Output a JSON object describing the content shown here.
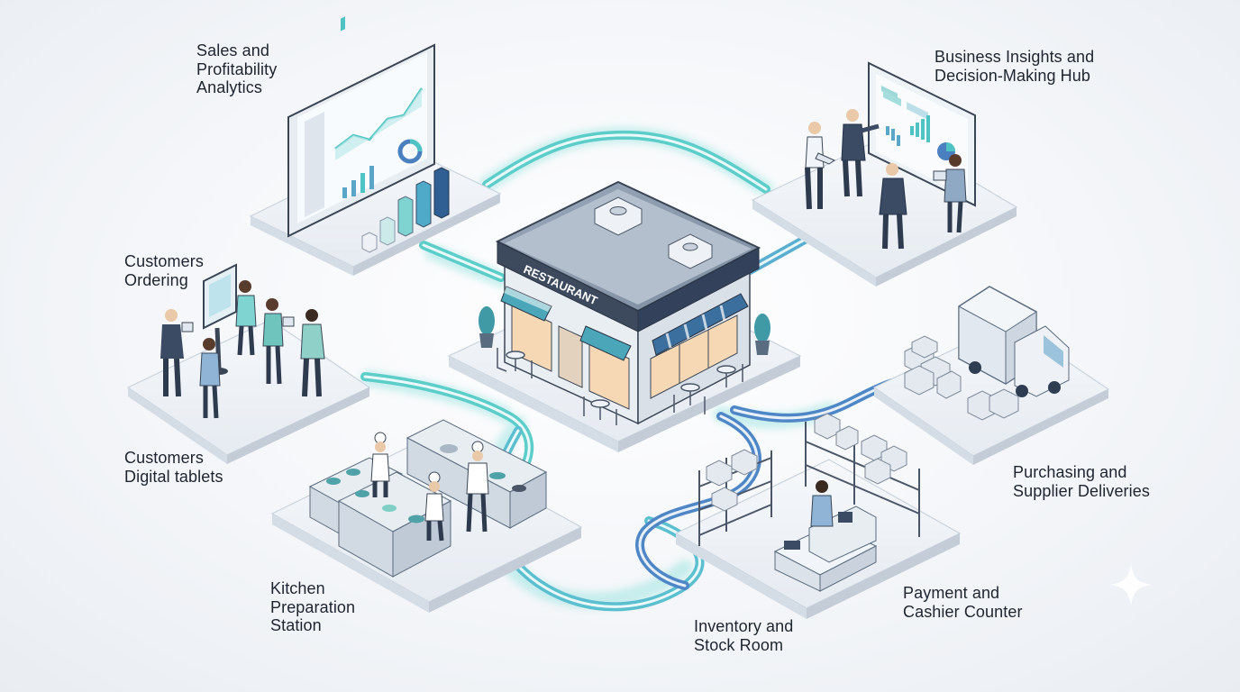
{
  "building": {
    "sign_text": "RESTAURANT"
  },
  "labels": {
    "sales": {
      "line1": "Sales and",
      "line2": "Profitability",
      "line3": "Analytics"
    },
    "business": {
      "line1": "Business Insights and",
      "line2": "Decision-Making Hub"
    },
    "ordering": {
      "line1": "Customers",
      "line2": "Ordering"
    },
    "tablets": {
      "line1": "Customers",
      "line2": "Digital tablets"
    },
    "purchasing": {
      "line1": "Purchasing and",
      "line2": "Supplier Deliveries"
    },
    "kitchen": {
      "line1": "Kitchen",
      "line2": "Preparation",
      "line3": "Station"
    },
    "inventory": {
      "line1": "Inventory and",
      "line2": "Stock Room"
    },
    "payment": {
      "line1": "Payment and",
      "line2": "Cashier Counter"
    }
  },
  "colors": {
    "teal": "#4fc3c4",
    "blue": "#4a7fc0",
    "platform": "#eef2f6",
    "navy": "#2f3d52"
  }
}
